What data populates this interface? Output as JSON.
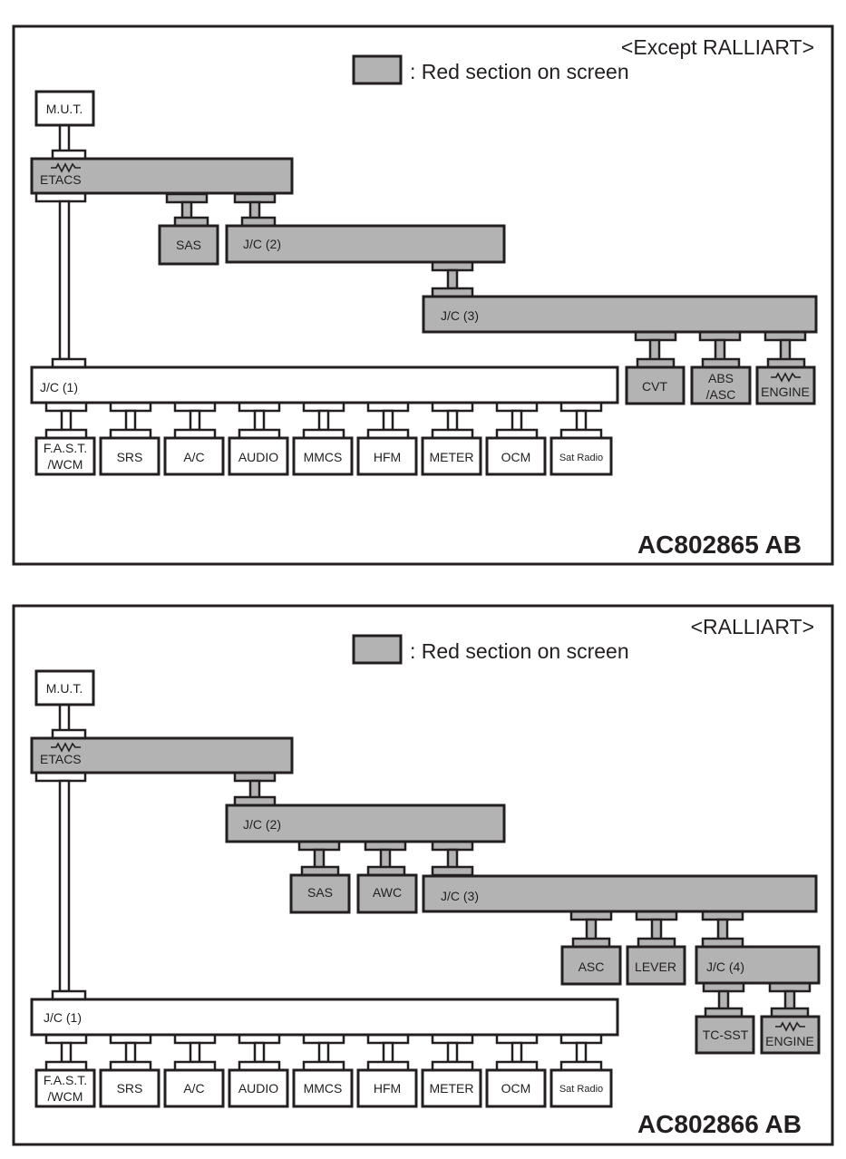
{
  "colors": {
    "red_section": "#b3b3b3",
    "line": "#231f20",
    "background": "#ffffff"
  },
  "panels": [
    {
      "id": "except-ralliart",
      "variant": "<Except RALLIART>",
      "legend": ": Red section on screen",
      "code": "AC802865 AB",
      "nodes": {
        "mut": "M.U.T.",
        "etacs": "ETACS",
        "sas": "SAS",
        "jc2": "J/C (2)",
        "jc3": "J/C (3)",
        "jc1": "J/C (1)",
        "cvt": "CVT",
        "abs_l1": "ABS",
        "abs_l2": "/ASC",
        "engine": "ENGINE",
        "fast_l1": "F.A.S.T.",
        "fast_l2": "/WCM",
        "srs": "SRS",
        "ac": "A/C",
        "audio": "AUDIO",
        "mmcs": "MMCS",
        "hfm": "HFM",
        "meter": "METER",
        "ocm": "OCM",
        "sat": "Sat Radio"
      }
    },
    {
      "id": "ralliart",
      "variant": "<RALLIART>",
      "legend": ": Red section on screen",
      "code": "AC802866 AB",
      "nodes": {
        "mut": "M.U.T.",
        "etacs": "ETACS",
        "jc2": "J/C (2)",
        "sas": "SAS",
        "awc": "AWC",
        "jc3": "J/C (3)",
        "asc": "ASC",
        "lever": "LEVER",
        "jc4": "J/C (4)",
        "tcsst": "TC-SST",
        "engine": "ENGINE",
        "jc1": "J/C (1)",
        "fast_l1": "F.A.S.T.",
        "fast_l2": "/WCM",
        "srs": "SRS",
        "ac": "A/C",
        "audio": "AUDIO",
        "mmcs": "MMCS",
        "hfm": "HFM",
        "meter": "METER",
        "ocm": "OCM",
        "sat": "Sat Radio"
      }
    }
  ]
}
